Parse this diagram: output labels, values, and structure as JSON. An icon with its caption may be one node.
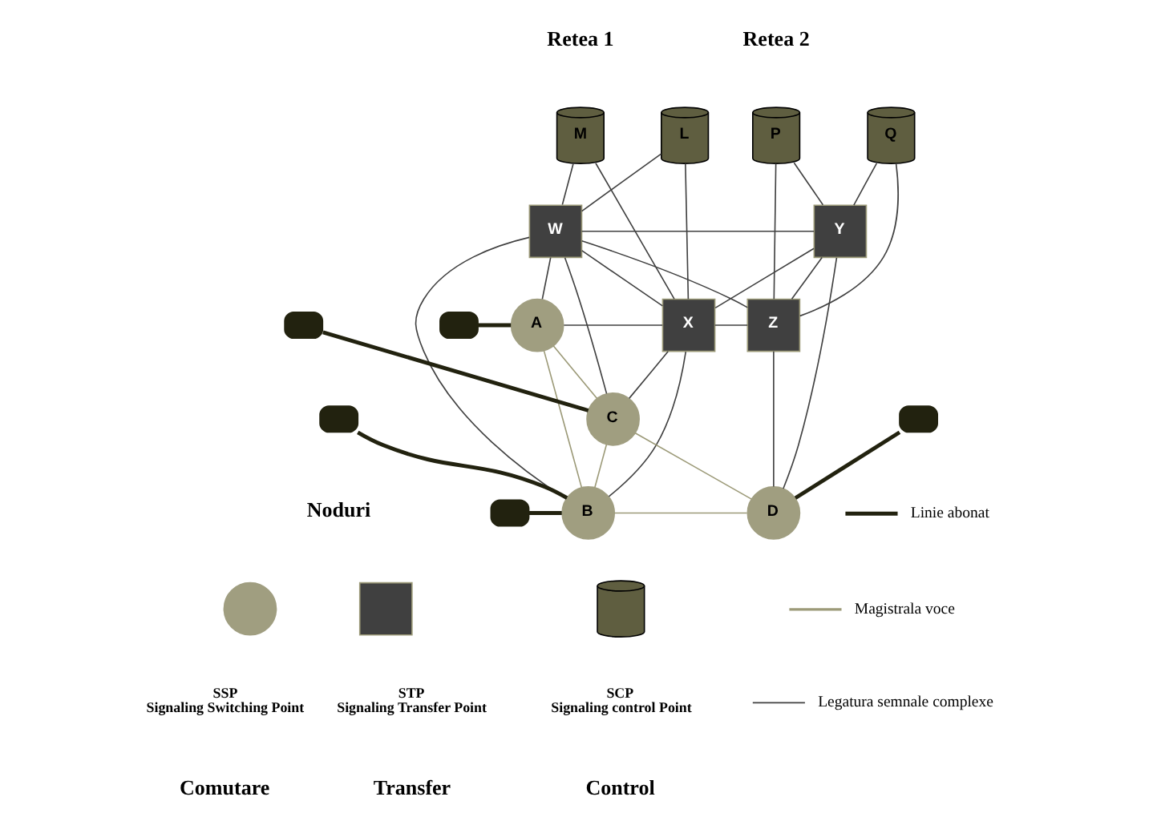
{
  "diagram": {
    "nodes": [
      {
        "text": [
          "L"
        ]
      },
      {
        "text": [
          "M"
        ]
      },
      {
        "text": [
          "W"
        ]
      },
      {
        "text": [
          "Y"
        ]
      },
      {
        "text": [
          "P"
        ]
      },
      {
        "text": [
          "Q"
        ]
      },
      {
        "text": [
          "A"
        ]
      },
      {
        "text": [
          "X"
        ]
      },
      {
        "text": [
          "Z"
        ]
      },
      {
        "text": [
          "B"
        ]
      },
      {
        "text": [
          "D"
        ]
      },
      {
        "text": [
          "C"
        ]
      },
      {
        "text": [],
        "shape": "telephone"
      },
      {
        "text": [],
        "shape": "telephone"
      },
      {
        "text": [],
        "shape": "telephone"
      },
      {
        "text": [],
        "shape": "telephone"
      },
      {
        "text": [],
        "shape": "telephone"
      },
      {
        "text": [],
        "shape": "circle",
        "beside": [
          "SSP",
          "Signaling Switching Point"
        ]
      },
      {
        "text": [],
        "shape": "box",
        "beside": [
          "STP",
          "Signaling Transfer Point"
        ]
      },
      {
        "text": [],
        "shape": "cylinder",
        "beside": [
          "SCP",
          "Signaling control Point"
        ]
      }
    ],
    "edges": [
      {
        "from": 0,
        "to": 2,
        "arrow": "none"
      },
      {
        "from": 0,
        "to": 7,
        "arrow": "none"
      },
      {
        "from": 1,
        "to": 2,
        "arrow": "none"
      },
      {
        "from": 1,
        "to": 7,
        "arrow": "none"
      },
      {
        "from": 2,
        "to": 3,
        "arrow": "none"
      },
      {
        "from": 2,
        "to": 8,
        "arrow": "none"
      },
      {
        "from": 2,
        "to": 7,
        "arrow": "none"
      },
      {
        "from": 7,
        "to": 3,
        "arrow": "none"
      },
      {
        "from": 7,
        "to": 8,
        "arrow": "none"
      },
      {
        "from": 3,
        "to": 8,
        "arrow": "none"
      },
      {
        "from": 3,
        "to": 4,
        "arrow": "none"
      },
      {
        "from": 3,
        "to": 5,
        "arrow": "none"
      },
      {
        "from": 3,
        "to": 10,
        "arrow": "none"
      },
      {
        "from": 8,
        "to": 4,
        "arrow": "none"
      },
      {
        "from": 8,
        "to": 5,
        "arrow": "none"
      },
      {
        "from": 8,
        "to": 10,
        "arrow": "none"
      },
      {
        "from": 6,
        "to": 2,
        "arrow": "none"
      },
      {
        "from": 6,
        "to": 7,
        "arrow": "none"
      },
      {
        "from": 9,
        "to": 2,
        "arrow": "none"
      },
      {
        "from": 9,
        "to": 7,
        "arrow": "none"
      },
      {
        "from": 11,
        "to": 2,
        "arrow": "none"
      },
      {
        "from": 11,
        "to": 7,
        "arrow": "none"
      },
      {
        "from": 6,
        "to": 9,
        "arrow": "none",
        "color": "#9c9a78"
      },
      {
        "from": 6,
        "to": 11,
        "arrow": "none",
        "color": "#9c9a78"
      },
      {
        "from": 9,
        "to": 11,
        "arrow": "none",
        "color": "#9c9a78"
      },
      {
        "from": 9,
        "to": 10,
        "arrow": "none",
        "color": "#9c9a78"
      },
      {
        "from": 11,
        "to": 10,
        "arrow": "none",
        "color": "#9c9a78"
      },
      {
        "from": 12,
        "to": 6,
        "arrow": "none",
        "style": "thick",
        "color": "#22220f"
      },
      {
        "from": 13,
        "to": 9,
        "arrow": "none",
        "style": "thick",
        "color": "#22220f"
      },
      {
        "from": 14,
        "to": 9,
        "arrow": "none",
        "style": "thick",
        "color": "#22220f"
      },
      {
        "from": 15,
        "to": 11,
        "arrow": "none",
        "style": "thick",
        "color": "#22220f"
      },
      {
        "from": 16,
        "to": 10,
        "arrow": "none",
        "style": "thick",
        "color": "#22220f"
      }
    ],
    "labels": [
      "Retea 1",
      "Retea 2",
      "Noduri",
      "Comutare",
      "Transfer",
      "Control"
    ],
    "legend": [
      {
        "text": "Linie abonat"
      },
      {
        "text": "Magistrala voce"
      },
      {
        "text": "Legatura semnale complexe"
      }
    ]
  }
}
